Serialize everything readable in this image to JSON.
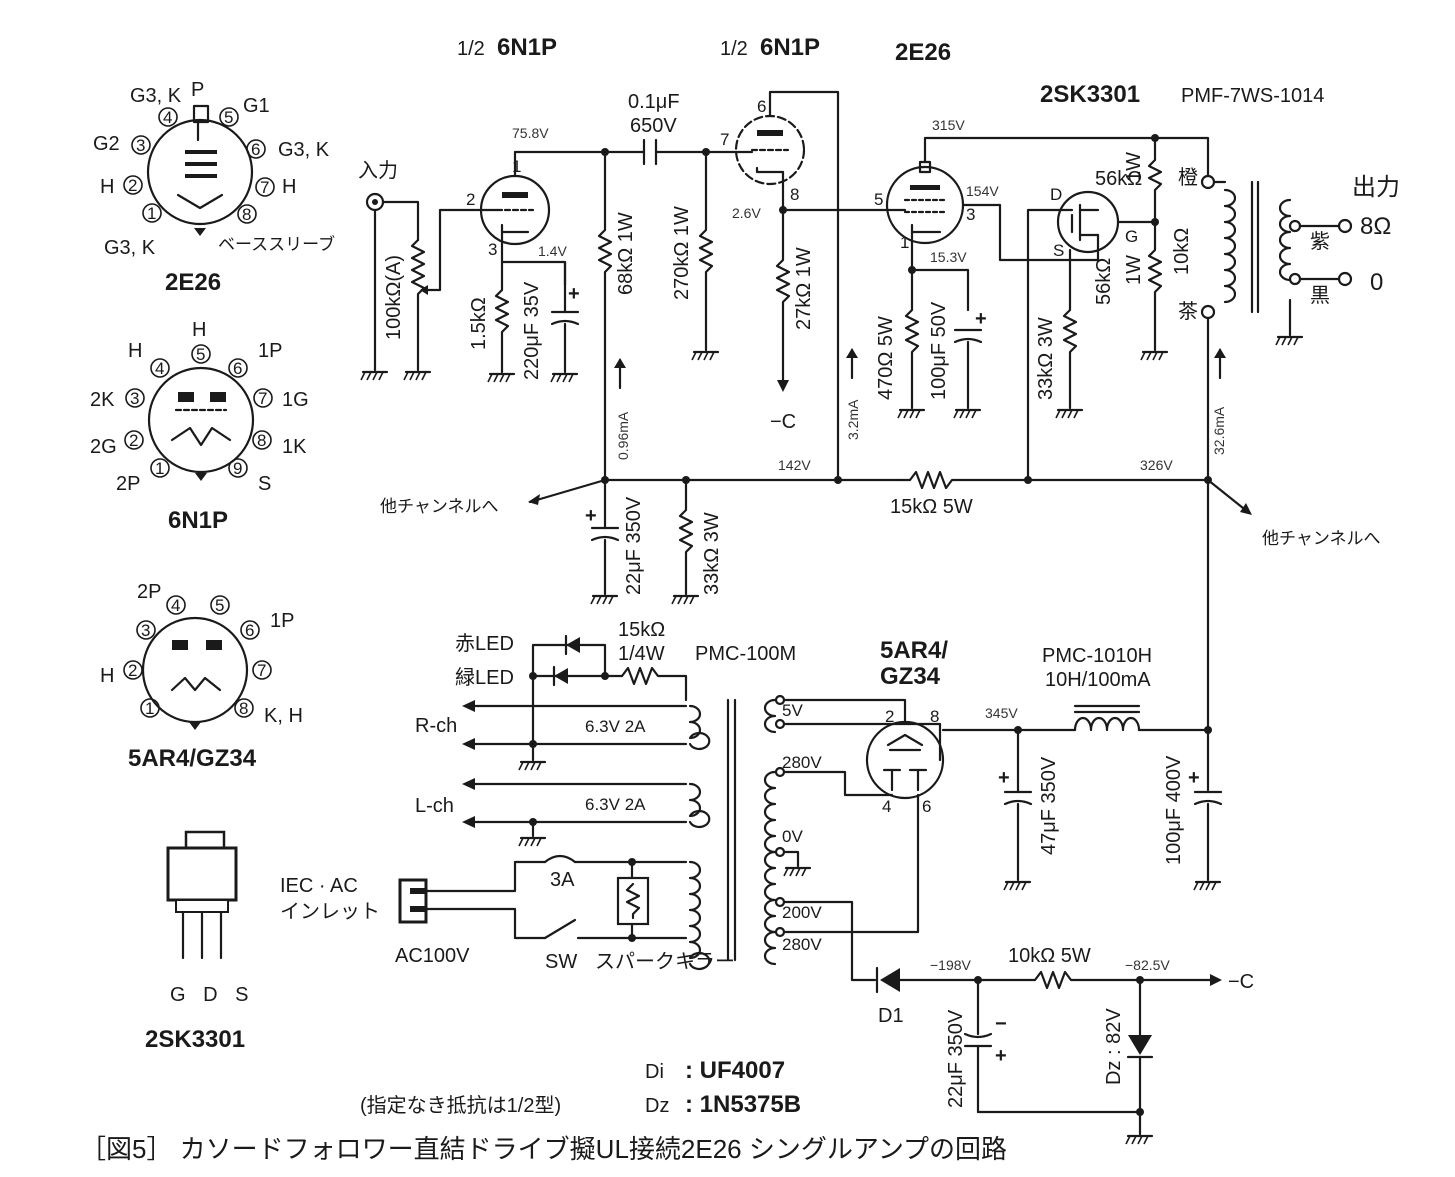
{
  "pinouts": {
    "2e26": {
      "title": "2E26",
      "pins": [
        "G3, K",
        "P",
        "G1",
        "G2",
        "H",
        "G3, K",
        "H",
        "G3, K",
        "ベーススリーブ"
      ]
    },
    "6n1p": {
      "title": "6N1P",
      "pins": [
        "H",
        "H",
        "1P",
        "2K",
        "1G",
        "2G",
        "1K",
        "2P",
        "S"
      ]
    },
    "5ar4": {
      "title": "5AR4/GZ34",
      "pins": [
        "2P",
        "1P",
        "H",
        "K, H"
      ]
    },
    "2sk3301": {
      "title": "2SK3301",
      "pins": "G D S"
    }
  },
  "tubes": {
    "v1": "1/2 6N1P",
    "v1_num": "1/2",
    "v1_name": "6N1P",
    "v2_num": "1/2",
    "v2_name": "6N1P",
    "v3": "2E26",
    "fet": "2SK3301",
    "opt": "PMF-7WS-1014",
    "rect": "5AR4/",
    "rect2": "GZ34"
  },
  "labels": {
    "input": "入力",
    "output": "出力",
    "vr": "100kΩ(A)",
    "rk1": "1.5kΩ",
    "ck1": "220μF 35V",
    "rl1": "68kΩ 1W",
    "cc": "0.1μF",
    "cc2": "650V",
    "rg": "270kΩ 1W",
    "rk2": "27kΩ 1W",
    "negc": "−C",
    "rk3": "470Ω 5W",
    "ck3": "100μF 50V",
    "rs": "33kΩ 3W",
    "rg1": "56kΩ",
    "rg1w": "1W",
    "rg2": "56kΩ",
    "rg2w": "1W",
    "tap": "10kΩ",
    "orange": "橙",
    "brown": "茶",
    "purple": "紫",
    "black": "黒",
    "o8": "8Ω",
    "o0": "0",
    "r15k": "15kΩ 5W",
    "c22": "22μF 350V",
    "r33k": "33kΩ 3W",
    "to_other": "他チャンネルへ",
    "redled": "赤LED",
    "greenled": "緑LED",
    "rled": "15kΩ",
    "rled2": "1/4W",
    "pt": "PMC-100M",
    "rch": "R-ch",
    "lch": "L-ch",
    "h1": "6.3V 2A",
    "h2": "6.3V 2A",
    "v5": "5V",
    "v280a": "280V",
    "v0": "0V",
    "v200": "200V",
    "v280b": "280V",
    "iec": "IEC · AC",
    "inlet": "インレット",
    "ac": "AC100V",
    "fuse": "3A",
    "sw": "SW",
    "spark": "スパークキラー",
    "choke": "PMC-1010H",
    "choke2": "10H/100mA",
    "c47": "47μF 350V",
    "c100": "100μF 400V",
    "d1": "D1",
    "r10k": "10kΩ 5W",
    "c22b": "22μF 350V",
    "dz": "Dz : 82V",
    "d1note_k": "Di",
    "d1note_v": ": UF4007",
    "dznote_k": "Dz",
    "dznote_v": ": 1N5375B",
    "note": "(指定なき抵抗は1/2型)",
    "caption": "［図5］ カソードフォロワー直結ドライブ擬UL接続2E26 シングルアンプの回路"
  },
  "measurements": {
    "p1": "75.8V",
    "k1": "1.4V",
    "g2": "2.6V",
    "b315": "315V",
    "s154": "154V",
    "k3": "15.3V",
    "i1": "0.96mA",
    "i2": "3.2mA",
    "i3": "32.6mA",
    "b142": "142V",
    "b326": "326V",
    "b345": "345V",
    "n198": "−198V",
    "n825": "−82.5V"
  },
  "pins_nums": {
    "v1p": "1",
    "v1g": "2",
    "v1k": "3",
    "v2p": "6",
    "v2g": "7",
    "v2k": "8",
    "v3k": "1",
    "v3s": "3",
    "v3g": "5",
    "rp": "2",
    "rk": "8",
    "rp1": "4",
    "rp2": "6",
    "fd": "D",
    "fg": "G",
    "fs": "S"
  }
}
